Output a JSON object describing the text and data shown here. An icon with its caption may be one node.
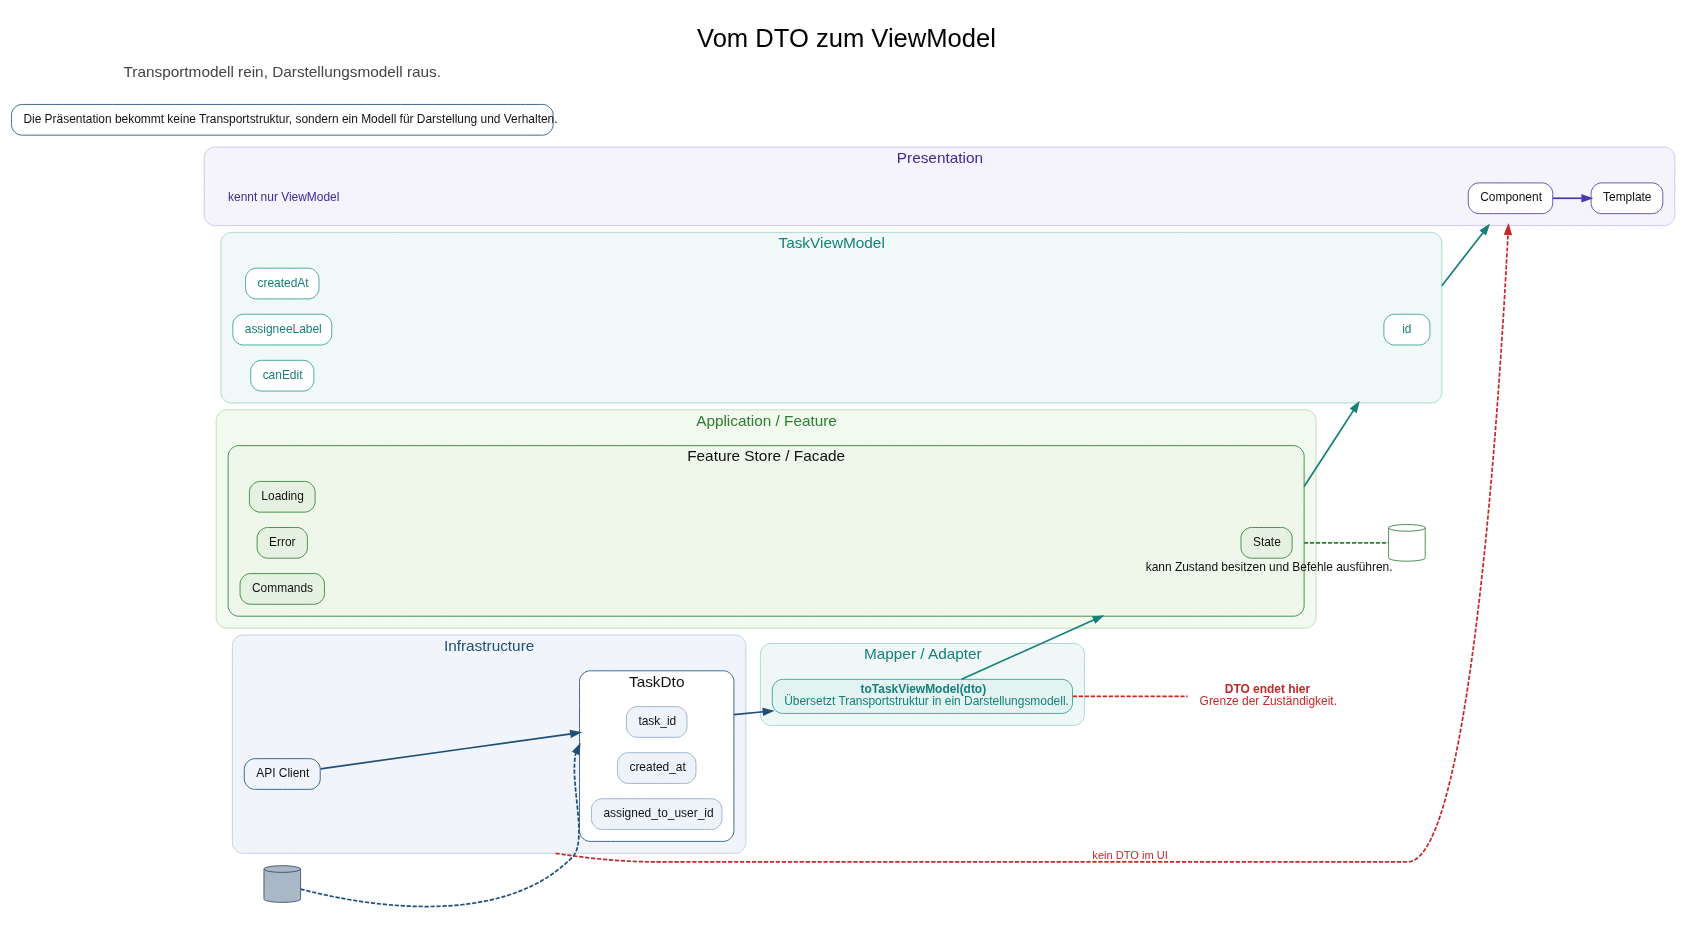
{
  "diagram": {
    "title": "Vom DTO zum ViewModel",
    "nodes": [
      {
        "text": [
          "Infrastructure"
        ]
      },
      {
        "text": [
          "API Client"
        ],
        "in": 0
      },
      {
        "text": [
          "TaskDto"
        ],
        "in": 0
      },
      {
        "text": [
          "task_id"
        ],
        "in": 2
      },
      {
        "text": [
          "created_at"
        ],
        "in": 2
      },
      {
        "text": [
          "assigned_to_user_id"
        ],
        "in": 2
      },
      {
        "text": [
          "Mapper / Adapter"
        ]
      },
      {
        "text": [
          "toTaskViewModel(dto)",
          "Übersetzt Transportstruktur in ein Darstellungsmodell."
        ],
        "in": 6
      },
      {
        "text": [
          "Application / Feature"
        ]
      },
      {
        "text": [
          "Feature Store / Facade"
        ],
        "in": 8
      },
      {
        "text": [
          "State"
        ],
        "in": 9
      },
      {
        "text": [
          "Loading"
        ],
        "in": 9
      },
      {
        "text": [
          "Error"
        ],
        "in": 9
      },
      {
        "text": [
          "Commands"
        ],
        "in": 9
      },
      {
        "text": [
          "TaskViewModel"
        ]
      },
      {
        "text": [
          "id"
        ],
        "in": 14
      },
      {
        "text": [
          "createdAt"
        ],
        "in": 14
      },
      {
        "text": [
          "assigneeLabel"
        ],
        "in": 14
      },
      {
        "text": [
          "canEdit"
        ],
        "in": 14
      },
      {
        "text": [
          "Presentation"
        ]
      },
      {
        "text": [
          "Component"
        ],
        "in": 19
      },
      {
        "text": [
          "Template"
        ],
        "in": 19
      },
      {
        "text": [
          "kennt nur ViewModel"
        ],
        "in": 19
      },
      {
        "text": [],
        "shape": "cylinder"
      },
      {
        "text": [
          "DTO endet hier",
          "Grenze der Zuständigkeit."
        ]
      },
      {
        "text": [],
        "shape": "cylinder",
        "beside": [
          "kann Zustand besitzen und Befehle ausführen."
        ]
      },
      {
        "text": [
          "Die Präsentation bekommt keine Transportstruktur, sondern ein Modell für Darstellung und Verhalten."
        ]
      }
    ],
    "edges": [
      {
        "from": 1,
        "to": 2,
        "arrow": "to",
        "color": "#1f4e79"
      },
      {
        "from": 2,
        "to": 7,
        "arrow": "to",
        "color": "#1f4e79"
      },
      {
        "from": 7,
        "to": 9,
        "arrow": "to"
      },
      {
        "from": 9,
        "to": 14,
        "arrow": "to"
      },
      {
        "from": 14,
        "to": 19,
        "arrow": "to"
      },
      {
        "from": 20,
        "to": 21,
        "arrow": "to",
        "color": "#4b3aa6"
      },
      {
        "from": 23,
        "to": 2,
        "arrow": "to",
        "style": "dashed",
        "color": "#1f4e79"
      },
      {
        "from": 7,
        "to": 24,
        "arrow": "none",
        "style": "dashed",
        "color": "#c62828"
      },
      {
        "from": 9,
        "to": 25,
        "arrow": "none",
        "style": "dashed",
        "color": "#2e7d32"
      },
      {
        "from": 0,
        "to": 19,
        "arrow": "to",
        "style": "dashed",
        "color": "#c62828",
        "label": "kein DTO im UI"
      }
    ],
    "labels": [
      "Transportmodell rein, Darstellungsmodell raus."
    ]
  }
}
